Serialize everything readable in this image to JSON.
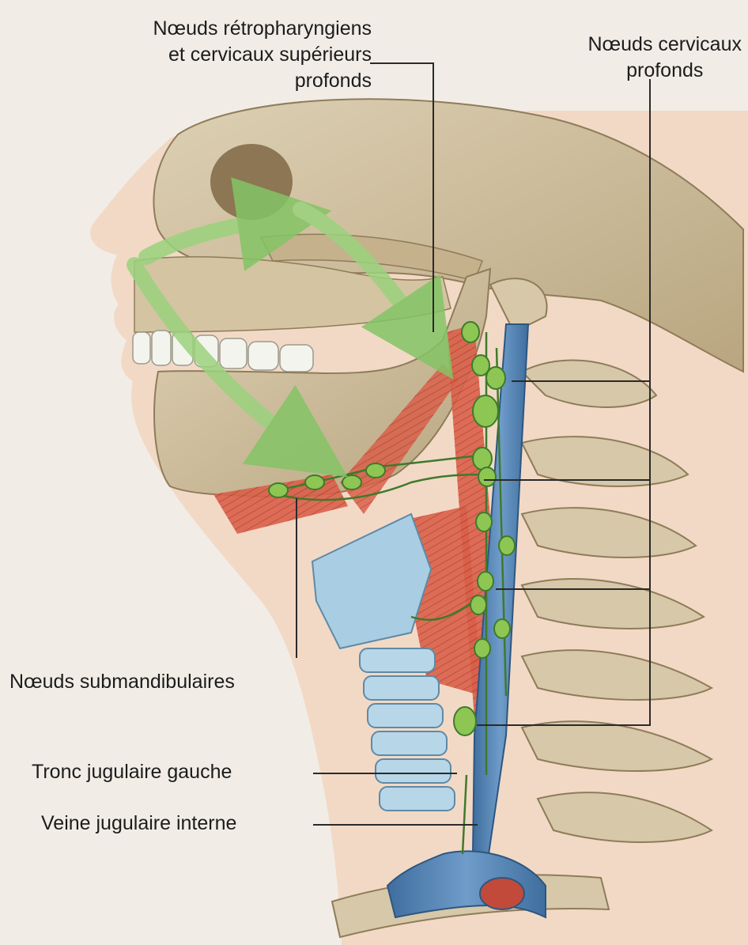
{
  "labels": {
    "retropharyngeal": {
      "line1": "Nœuds rétropharyngiens",
      "line2": "et cervicaux supérieurs",
      "line3": "profonds"
    },
    "deep_cervical": {
      "line1": "Nœuds cervicaux",
      "line2": "profonds"
    },
    "submandibular": "Nœuds submandibulaires",
    "left_jugular_trunk": "Tronc jugulaire gauche",
    "internal_jugular_vein": "Veine jugulaire interne"
  },
  "colors": {
    "bone": "#d3c3a3",
    "skin": "#f1d6c4",
    "muscle": "#d9604a",
    "vein": "#4f7fb0",
    "cartilage": "#a9cde2",
    "lymph_node": "#8dc653",
    "flow_arrow": "#9bd27d",
    "leader_line": "#2a2a2a"
  }
}
